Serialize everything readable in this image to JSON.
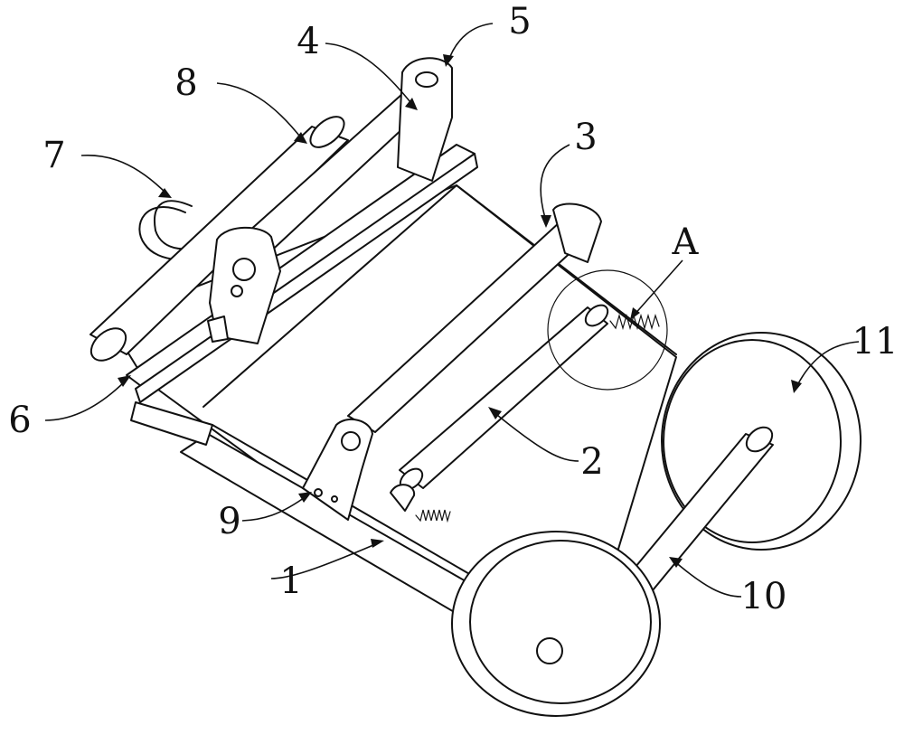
{
  "figure": {
    "callouts": [
      {
        "id": "1",
        "label": "1",
        "part": "frame-plate"
      },
      {
        "id": "2",
        "label": "2",
        "part": "lower-roller"
      },
      {
        "id": "3",
        "label": "3",
        "part": "upper-roller"
      },
      {
        "id": "4",
        "label": "4",
        "part": "top-cross-shaft"
      },
      {
        "id": "5",
        "label": "5",
        "part": "top-bracket"
      },
      {
        "id": "6",
        "label": "6",
        "part": "rail-block"
      },
      {
        "id": "7",
        "label": "7",
        "part": "handle-loop"
      },
      {
        "id": "8",
        "label": "8",
        "part": "rear-cylinder"
      },
      {
        "id": "9",
        "label": "9",
        "part": "side-bracket"
      },
      {
        "id": "10",
        "label": "10",
        "part": "wheel-axle"
      },
      {
        "id": "11",
        "label": "11",
        "part": "wheel"
      },
      {
        "id": "A",
        "label": "A",
        "part": "detail-circle"
      }
    ]
  }
}
